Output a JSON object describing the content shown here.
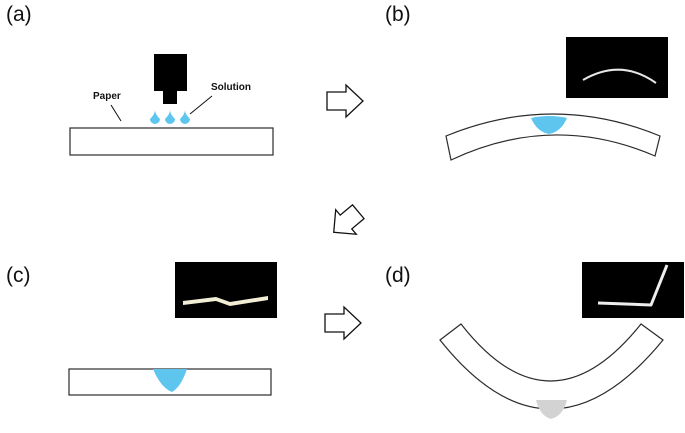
{
  "panels": {
    "a": {
      "label": "(a)"
    },
    "b": {
      "label": "(b)"
    },
    "c": {
      "label": "(c)"
    },
    "d": {
      "label": "(d)"
    }
  },
  "callouts": {
    "paper": "Paper",
    "solution": "Solution"
  },
  "colors": {
    "solution_drop": "#5ec6ee",
    "dried_spot": "#d3d3d3",
    "photo_background": "#000000",
    "outline": "#2b2b2b"
  },
  "icons": {
    "printhead": "inkjet-printhead-icon",
    "arrow": "outline-arrow-icon"
  }
}
